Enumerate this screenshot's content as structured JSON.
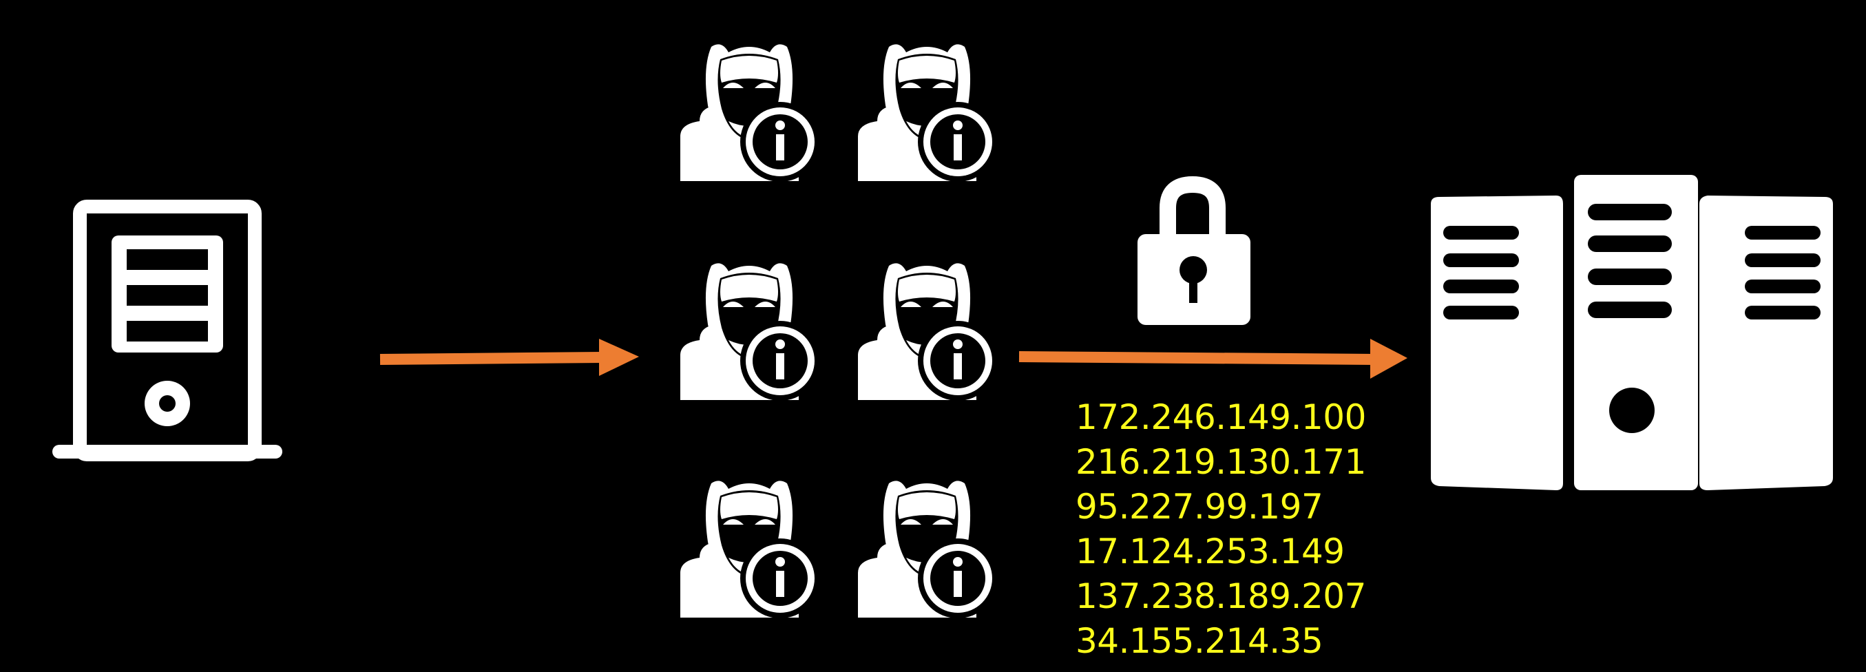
{
  "colors": {
    "background": "#000000",
    "icon": "#ffffff",
    "arrow": "#ed7d31",
    "ip_text": "#ffff1a"
  },
  "icons": {
    "client": "desktop-tower-icon",
    "proxies": "anonymous-user-icon",
    "encryption": "padlock-icon",
    "server": "server-rack-icon"
  },
  "proxy_count": 6,
  "ip_addresses": [
    "172.246.149.100",
    "216.219.130.171",
    "95.227.99.197",
    "17.124.253.149",
    "137.238.189.207",
    "34.155.214.35"
  ]
}
